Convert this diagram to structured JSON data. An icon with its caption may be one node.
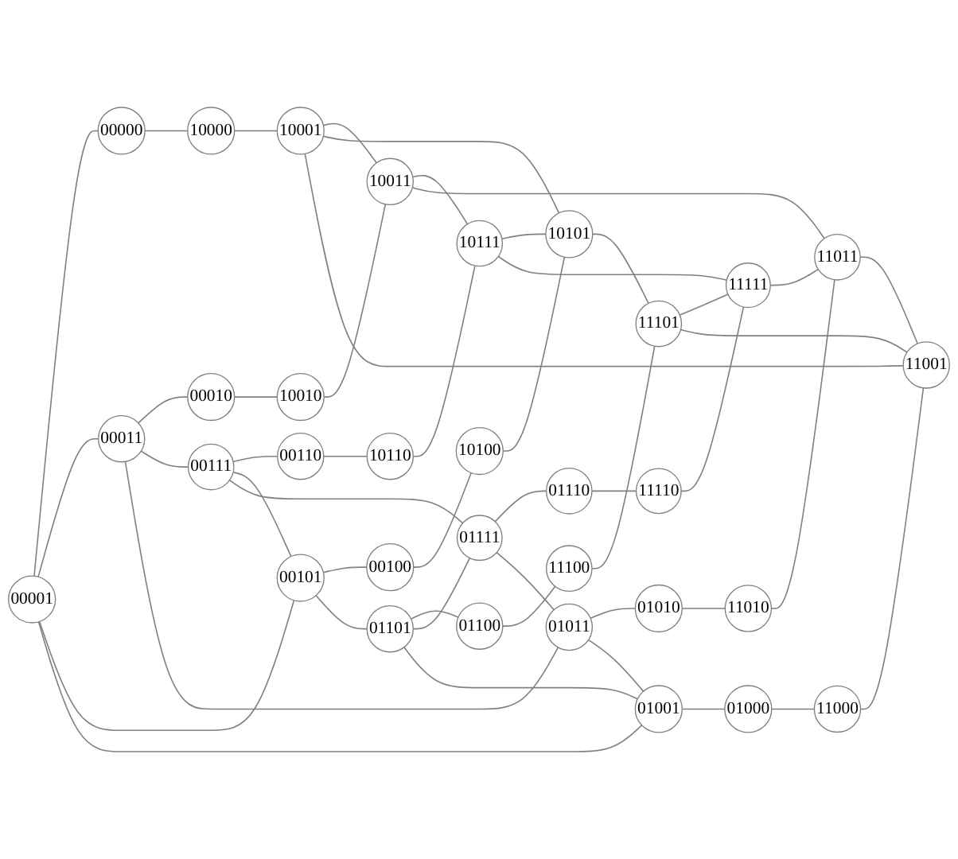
{
  "diagram": {
    "nodes": [
      {
        "text": [
          "00001"
        ]
      },
      {
        "text": [
          "00000"
        ]
      },
      {
        "text": [
          "10000"
        ]
      },
      {
        "text": [
          "10001"
        ]
      },
      {
        "text": [
          "00011"
        ]
      },
      {
        "text": [
          "00010"
        ]
      },
      {
        "text": [
          "10010"
        ]
      },
      {
        "text": [
          "10011"
        ]
      },
      {
        "text": [
          "00111"
        ]
      },
      {
        "text": [
          "00110"
        ]
      },
      {
        "text": [
          "10110"
        ]
      },
      {
        "text": [
          "10111"
        ]
      },
      {
        "text": [
          "00101"
        ]
      },
      {
        "text": [
          "00100"
        ]
      },
      {
        "text": [
          "10100"
        ]
      },
      {
        "text": [
          "10101"
        ]
      },
      {
        "text": [
          "01101"
        ]
      },
      {
        "text": [
          "01100"
        ]
      },
      {
        "text": [
          "11100"
        ]
      },
      {
        "text": [
          "11101"
        ]
      },
      {
        "text": [
          "01111"
        ]
      },
      {
        "text": [
          "01110"
        ]
      },
      {
        "text": [
          "11110"
        ]
      },
      {
        "text": [
          "11111"
        ]
      },
      {
        "text": [
          "01011"
        ]
      },
      {
        "text": [
          "01010"
        ]
      },
      {
        "text": [
          "11010"
        ]
      },
      {
        "text": [
          "11011"
        ]
      },
      {
        "text": [
          "01001"
        ]
      },
      {
        "text": [
          "01000"
        ]
      },
      {
        "text": [
          "11000"
        ]
      },
      {
        "text": [
          "11001"
        ]
      }
    ],
    "edges": [
      {
        "from": 0,
        "to": 1,
        "arrow": "none"
      },
      {
        "from": 1,
        "to": 2,
        "arrow": "none"
      },
      {
        "from": 2,
        "to": 3,
        "arrow": "none"
      },
      {
        "from": 4,
        "to": 5,
        "arrow": "none"
      },
      {
        "from": 5,
        "to": 6,
        "arrow": "none"
      },
      {
        "from": 6,
        "to": 7,
        "arrow": "none"
      },
      {
        "from": 8,
        "to": 9,
        "arrow": "none"
      },
      {
        "from": 9,
        "to": 10,
        "arrow": "none"
      },
      {
        "from": 10,
        "to": 11,
        "arrow": "none"
      },
      {
        "from": 12,
        "to": 13,
        "arrow": "none"
      },
      {
        "from": 13,
        "to": 14,
        "arrow": "none"
      },
      {
        "from": 14,
        "to": 15,
        "arrow": "none"
      },
      {
        "from": 16,
        "to": 17,
        "arrow": "none"
      },
      {
        "from": 17,
        "to": 18,
        "arrow": "none"
      },
      {
        "from": 18,
        "to": 19,
        "arrow": "none"
      },
      {
        "from": 20,
        "to": 21,
        "arrow": "none"
      },
      {
        "from": 21,
        "to": 22,
        "arrow": "none"
      },
      {
        "from": 22,
        "to": 23,
        "arrow": "none"
      },
      {
        "from": 24,
        "to": 25,
        "arrow": "none"
      },
      {
        "from": 25,
        "to": 26,
        "arrow": "none"
      },
      {
        "from": 26,
        "to": 27,
        "arrow": "none"
      },
      {
        "from": 28,
        "to": 29,
        "arrow": "none"
      },
      {
        "from": 29,
        "to": 30,
        "arrow": "none"
      },
      {
        "from": 30,
        "to": 31,
        "arrow": "none"
      },
      {
        "from": 0,
        "to": 4,
        "arrow": "none"
      },
      {
        "from": 0,
        "to": 12,
        "arrow": "none"
      },
      {
        "from": 0,
        "to": 28,
        "arrow": "none"
      },
      {
        "from": 4,
        "to": 8,
        "arrow": "none"
      },
      {
        "from": 4,
        "to": 24,
        "arrow": "none"
      },
      {
        "from": 8,
        "to": 12,
        "arrow": "none"
      },
      {
        "from": 8,
        "to": 20,
        "arrow": "none"
      },
      {
        "from": 12,
        "to": 16,
        "arrow": "none"
      },
      {
        "from": 16,
        "to": 20,
        "arrow": "none"
      },
      {
        "from": 16,
        "to": 28,
        "arrow": "none"
      },
      {
        "from": 20,
        "to": 24,
        "arrow": "none"
      },
      {
        "from": 24,
        "to": 28,
        "arrow": "none"
      },
      {
        "from": 3,
        "to": 7,
        "arrow": "none"
      },
      {
        "from": 3,
        "to": 15,
        "arrow": "none"
      },
      {
        "from": 3,
        "to": 31,
        "arrow": "none"
      },
      {
        "from": 7,
        "to": 11,
        "arrow": "none"
      },
      {
        "from": 7,
        "to": 27,
        "arrow": "none"
      },
      {
        "from": 11,
        "to": 15,
        "arrow": "none"
      },
      {
        "from": 11,
        "to": 23,
        "arrow": "none"
      },
      {
        "from": 15,
        "to": 19,
        "arrow": "none"
      },
      {
        "from": 19,
        "to": 23,
        "arrow": "none"
      },
      {
        "from": 19,
        "to": 31,
        "arrow": "none"
      },
      {
        "from": 23,
        "to": 27,
        "arrow": "none"
      },
      {
        "from": 27,
        "to": 31,
        "arrow": "none"
      }
    ]
  }
}
